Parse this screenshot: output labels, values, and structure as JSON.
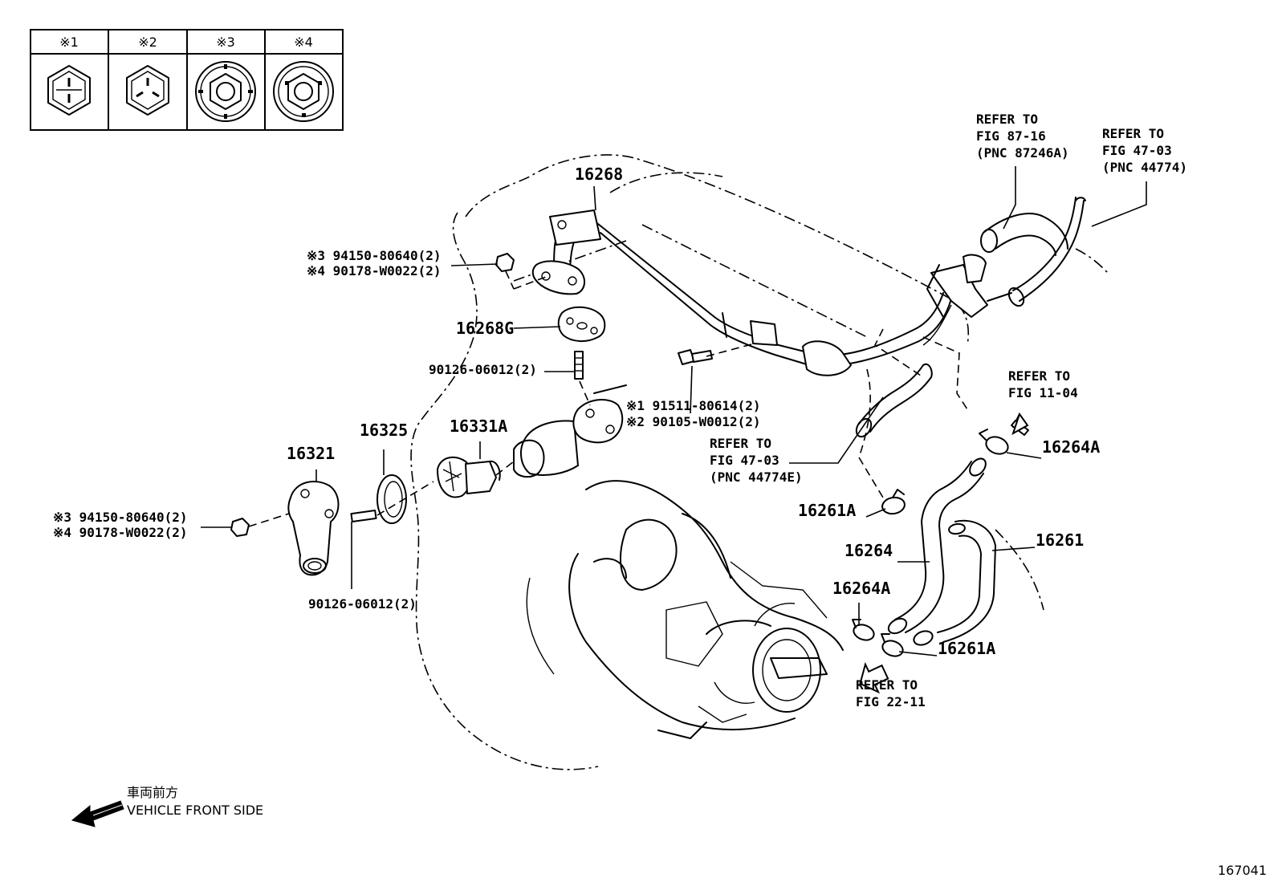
{
  "legend": {
    "headers": [
      "※1",
      "※2",
      "※3",
      "※4"
    ]
  },
  "pnc": {
    "p16268": "16268",
    "p16268g": "16268G",
    "p16325": "16325",
    "p16331a": "16331A",
    "p16321": "16321",
    "p16264a_top": "16264A",
    "p16261a_upper": "16261A",
    "p16264": "16264",
    "p16261": "16261",
    "p16264a_lower": "16264A",
    "p16261a_lower": "16261A"
  },
  "parts": {
    "nut_top_3": "※3 94150-80640(2)",
    "nut_top_4": "※4 90178-W0022(2)",
    "stud_top": "90126-06012(2)",
    "bolt_1": "※1 91511-80614(2)",
    "bolt_2": "※2 90105-W0012(2)",
    "nut_left_3": "※3 94150-80640(2)",
    "nut_left_4": "※4 90178-W0022(2)",
    "stud_bottom": "90126-06012(2)"
  },
  "refs": {
    "r8716": [
      "REFER TO",
      "FIG 87-16",
      "(PNC 87246A)"
    ],
    "r4703a": [
      "REFER TO",
      "FIG 47-03",
      "(PNC 44774)"
    ],
    "r4703b": [
      "REFER TO",
      "FIG 47-03",
      "(PNC 44774E)"
    ],
    "r1104": [
      "REFER TO",
      "FIG 11-04"
    ],
    "r2211": [
      "REFER TO",
      "FIG 22-11"
    ]
  },
  "direction": {
    "jp": "車両前方",
    "en": "VEHICLE FRONT SIDE"
  },
  "figure_number": "167041"
}
